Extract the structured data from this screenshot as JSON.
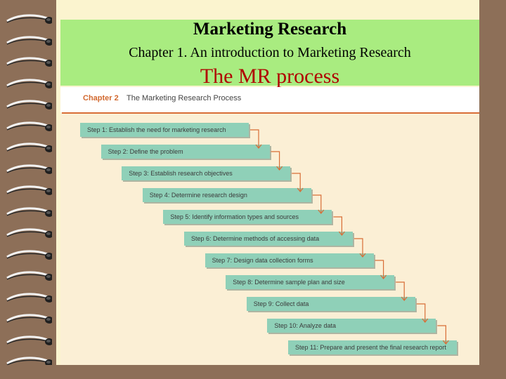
{
  "slide": {
    "title": "Marketing Research",
    "subtitle": "Chapter 1.  An introduction to Marketing Research",
    "heading": "The MR process"
  },
  "figure": {
    "chapter_label": "Chapter 2",
    "chapter_title": "The Marketing Research Process",
    "steps": [
      "Step 1: Establish the need for marketing research",
      "Step 2: Define the problem",
      "Step 3: Establish research objectives",
      "Step 4: Determine research design",
      "Step 5: Identify information types and sources",
      "Step 6: Determine methods of accessing data",
      "Step 7: Design data collection forms",
      "Step 8: Determine sample plan and size",
      "Step 9: Collect data",
      "Step 10: Analyze data",
      "Step 11: Prepare and present the final research report"
    ]
  },
  "colors": {
    "header_bg": "#a9ec80",
    "heading_text": "#b00000",
    "step_box": "#8fd0b8",
    "arrow": "#d86d36",
    "chapter_label": "#d2692f",
    "border": "#8d6f58"
  },
  "icons": [
    "spiral-binding-icon"
  ]
}
